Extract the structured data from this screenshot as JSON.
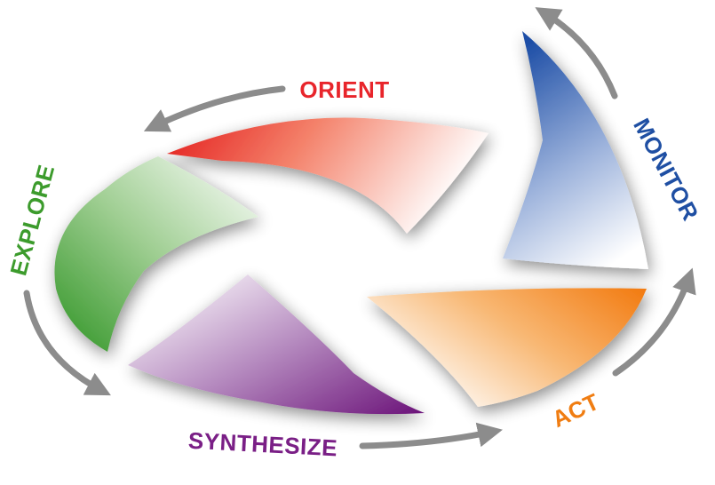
{
  "stages": [
    {
      "id": "orient",
      "label": "ORIENT",
      "color": "#e8252b"
    },
    {
      "id": "monitor",
      "label": "MONITOR",
      "color": "#1f4fa3"
    },
    {
      "id": "act",
      "label": "ACT",
      "color": "#f07d12"
    },
    {
      "id": "synthesize",
      "label": "SYNTHESIZE",
      "color": "#7a1f86"
    },
    {
      "id": "explore",
      "label": "EXPLORE",
      "color": "#3c9b2c"
    }
  ],
  "arrow_color": "#8c8c8c"
}
